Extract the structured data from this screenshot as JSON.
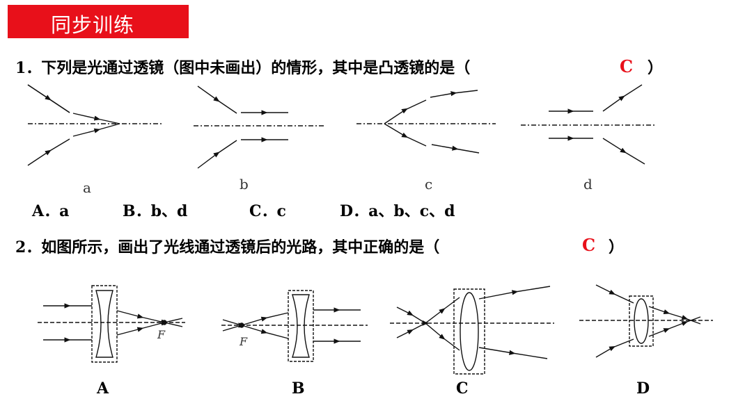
{
  "header": {
    "title": "同步训练"
  },
  "question1": {
    "text_before": "1．下列是光通过透镜（图中未画出）的情形，其中是凸透镜的是（",
    "answer": "C",
    "text_after": "）",
    "figure_labels": [
      "a",
      "b",
      "c",
      "d"
    ],
    "options": [
      "A．a",
      "B．b、d",
      "C．c",
      "D．a、b、c、d"
    ]
  },
  "question2": {
    "text_before": "2．如图所示，画出了光线通过透镜后的光路，其中正确的是（",
    "answer": "C",
    "text_after": "）",
    "focus_label": "F",
    "figure_labels": [
      "A",
      "B",
      "C",
      "D"
    ]
  },
  "colors": {
    "banner": "#e8101a",
    "answer": "#e8101a"
  }
}
